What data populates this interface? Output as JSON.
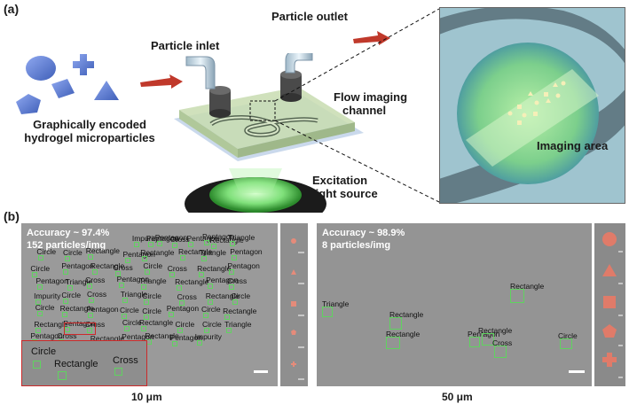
{
  "panel_a": {
    "tag": "(a)",
    "particle_inlet": "Particle inlet",
    "particle_outlet": "Particle outlet",
    "flow_imaging_channel": [
      "Flow imaging",
      "channel"
    ],
    "excitation": [
      "Excitation",
      "light source"
    ],
    "hydrogel": [
      "Graphically encoded",
      "hydrogel microparticles"
    ],
    "imaging_area": "Imaging area"
  },
  "panel_b": {
    "tag": "(b)",
    "left": {
      "accuracy": "Accuracy ~ 97.4%",
      "count": "152 particles/img",
      "scale": "10 μm",
      "zoom_labels": [
        "Circle",
        "Rectangle",
        "Cross"
      ]
    },
    "right": {
      "accuracy": "Accuracy ~ 98.9%",
      "count": "8 particles/img",
      "scale": "50 μm",
      "labels": [
        "Rectangle",
        "Triangle",
        "Rectangle",
        "Rectangle",
        "Pentagon",
        "Rectangle",
        "Cross",
        "Circle"
      ]
    },
    "dense_labels": [
      "Impurity",
      "Pentagon",
      "Pentagon",
      "Rectangle",
      "Pentagon",
      "Cross",
      "Pentagon",
      "Triangle",
      "Circle",
      "Circle",
      "Rectangle",
      "Pentagon",
      "Rectangle",
      "Rectangle",
      "Triangle",
      "Pentagon",
      "Circle",
      "Pentagon",
      "Rectangle",
      "Cross",
      "Circle",
      "Cross",
      "Rectangle",
      "Pentagon",
      "Pentagon",
      "Triangle",
      "Cross",
      "Pentagon",
      "Triangle",
      "Rectangle",
      "Pentagon",
      "Cross",
      "Impurity",
      "Circle",
      "Cross",
      "Triangle",
      "Circle",
      "Cross",
      "Rectangle",
      "Circle",
      "Circle",
      "Rectangle",
      "Pentagon",
      "Circle",
      "Circle",
      "Pentagon",
      "Circle",
      "Rectangle",
      "Rectangle",
      "Pentagon",
      "Cross",
      "Circle",
      "Rectangle",
      "Circle",
      "Circle",
      "Triangle",
      "Pentagon",
      "Cross",
      "Rectangle",
      "Pentagon",
      "Rectangle",
      "Pentagon",
      "Impurity"
    ]
  },
  "colors": {
    "particle_blue": "#5e7fd6",
    "arrow_red": "#c0392b",
    "box_green": "#5fd35f",
    "zoom_red": "#cc2a2a"
  }
}
